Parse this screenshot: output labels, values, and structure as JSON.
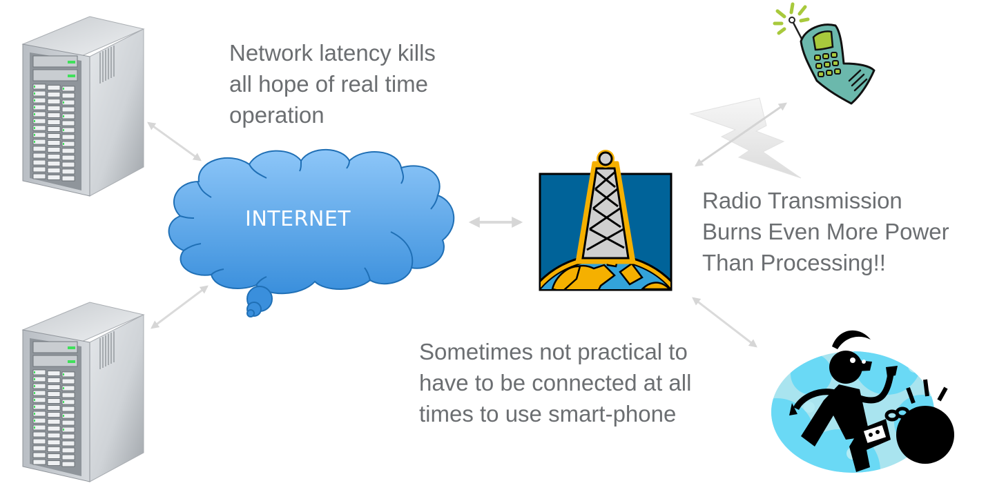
{
  "diagram": {
    "title": "Mobile device connectivity limitations",
    "nodes": {
      "server_top": {
        "label": "",
        "icon": "server-tower-icon"
      },
      "server_bottom": {
        "label": "",
        "icon": "server-tower-icon"
      },
      "internet": {
        "label": "INTERNET",
        "icon": "cloud-icon"
      },
      "tower": {
        "label": "",
        "icon": "radio-tower-icon"
      },
      "phone": {
        "label": "",
        "icon": "cell-phone-icon"
      },
      "chained_man": {
        "label": "",
        "icon": "ball-and-chain-icon"
      }
    },
    "captions": {
      "latency": [
        "Network latency kills",
        "all hope of real time",
        "operation"
      ],
      "radio": [
        "Radio Transmission",
        "Burns Even More Power",
        "Than Processing!!"
      ],
      "connected": [
        "Sometimes not practical to",
        "have to be connected at all",
        "times to use smart-phone"
      ]
    },
    "edges": [
      {
        "from": "server_top",
        "to": "internet",
        "type": "bidirectional"
      },
      {
        "from": "server_bottom",
        "to": "internet",
        "type": "bidirectional"
      },
      {
        "from": "internet",
        "to": "tower",
        "type": "bidirectional"
      },
      {
        "from": "tower",
        "to": "phone",
        "type": "bidirectional-wireless"
      },
      {
        "from": "tower",
        "to": "chained_man",
        "type": "bidirectional"
      }
    ],
    "colors": {
      "caption_text": "#6b6e71",
      "cloud_fill_top": "#8dc6f8",
      "cloud_fill_bottom": "#3a8fdc",
      "cloud_stroke": "#1f6fb5",
      "tower_bg": "#006399",
      "tower_orange": "#f5b000",
      "phone_body": "#6bb8ac",
      "phone_screen": "#a8c93c",
      "arrow": "#d9d9d9"
    }
  }
}
